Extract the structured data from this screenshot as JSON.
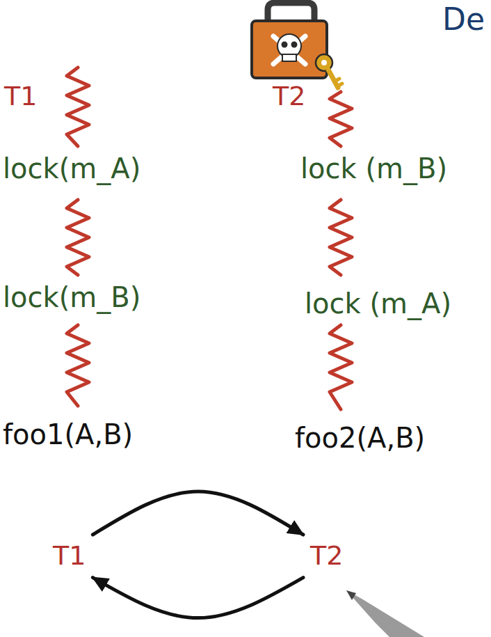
{
  "diagram": {
    "title": "De",
    "nodes": [
      {
        "text": [
          "T1"
        ]
      },
      {
        "text": [
          "T2"
        ]
      }
    ],
    "edges": [
      {
        "from": 0,
        "to": 1,
        "arrow": "to"
      },
      {
        "from": 1,
        "to": 0,
        "arrow": "to"
      }
    ],
    "labels": [
      "T1",
      "T2",
      "lock(m_A)",
      "lock (m_B)",
      "lock(m_B)",
      "lock (m_A)",
      "foo1(A,B)",
      "foo2(A,B)"
    ]
  }
}
